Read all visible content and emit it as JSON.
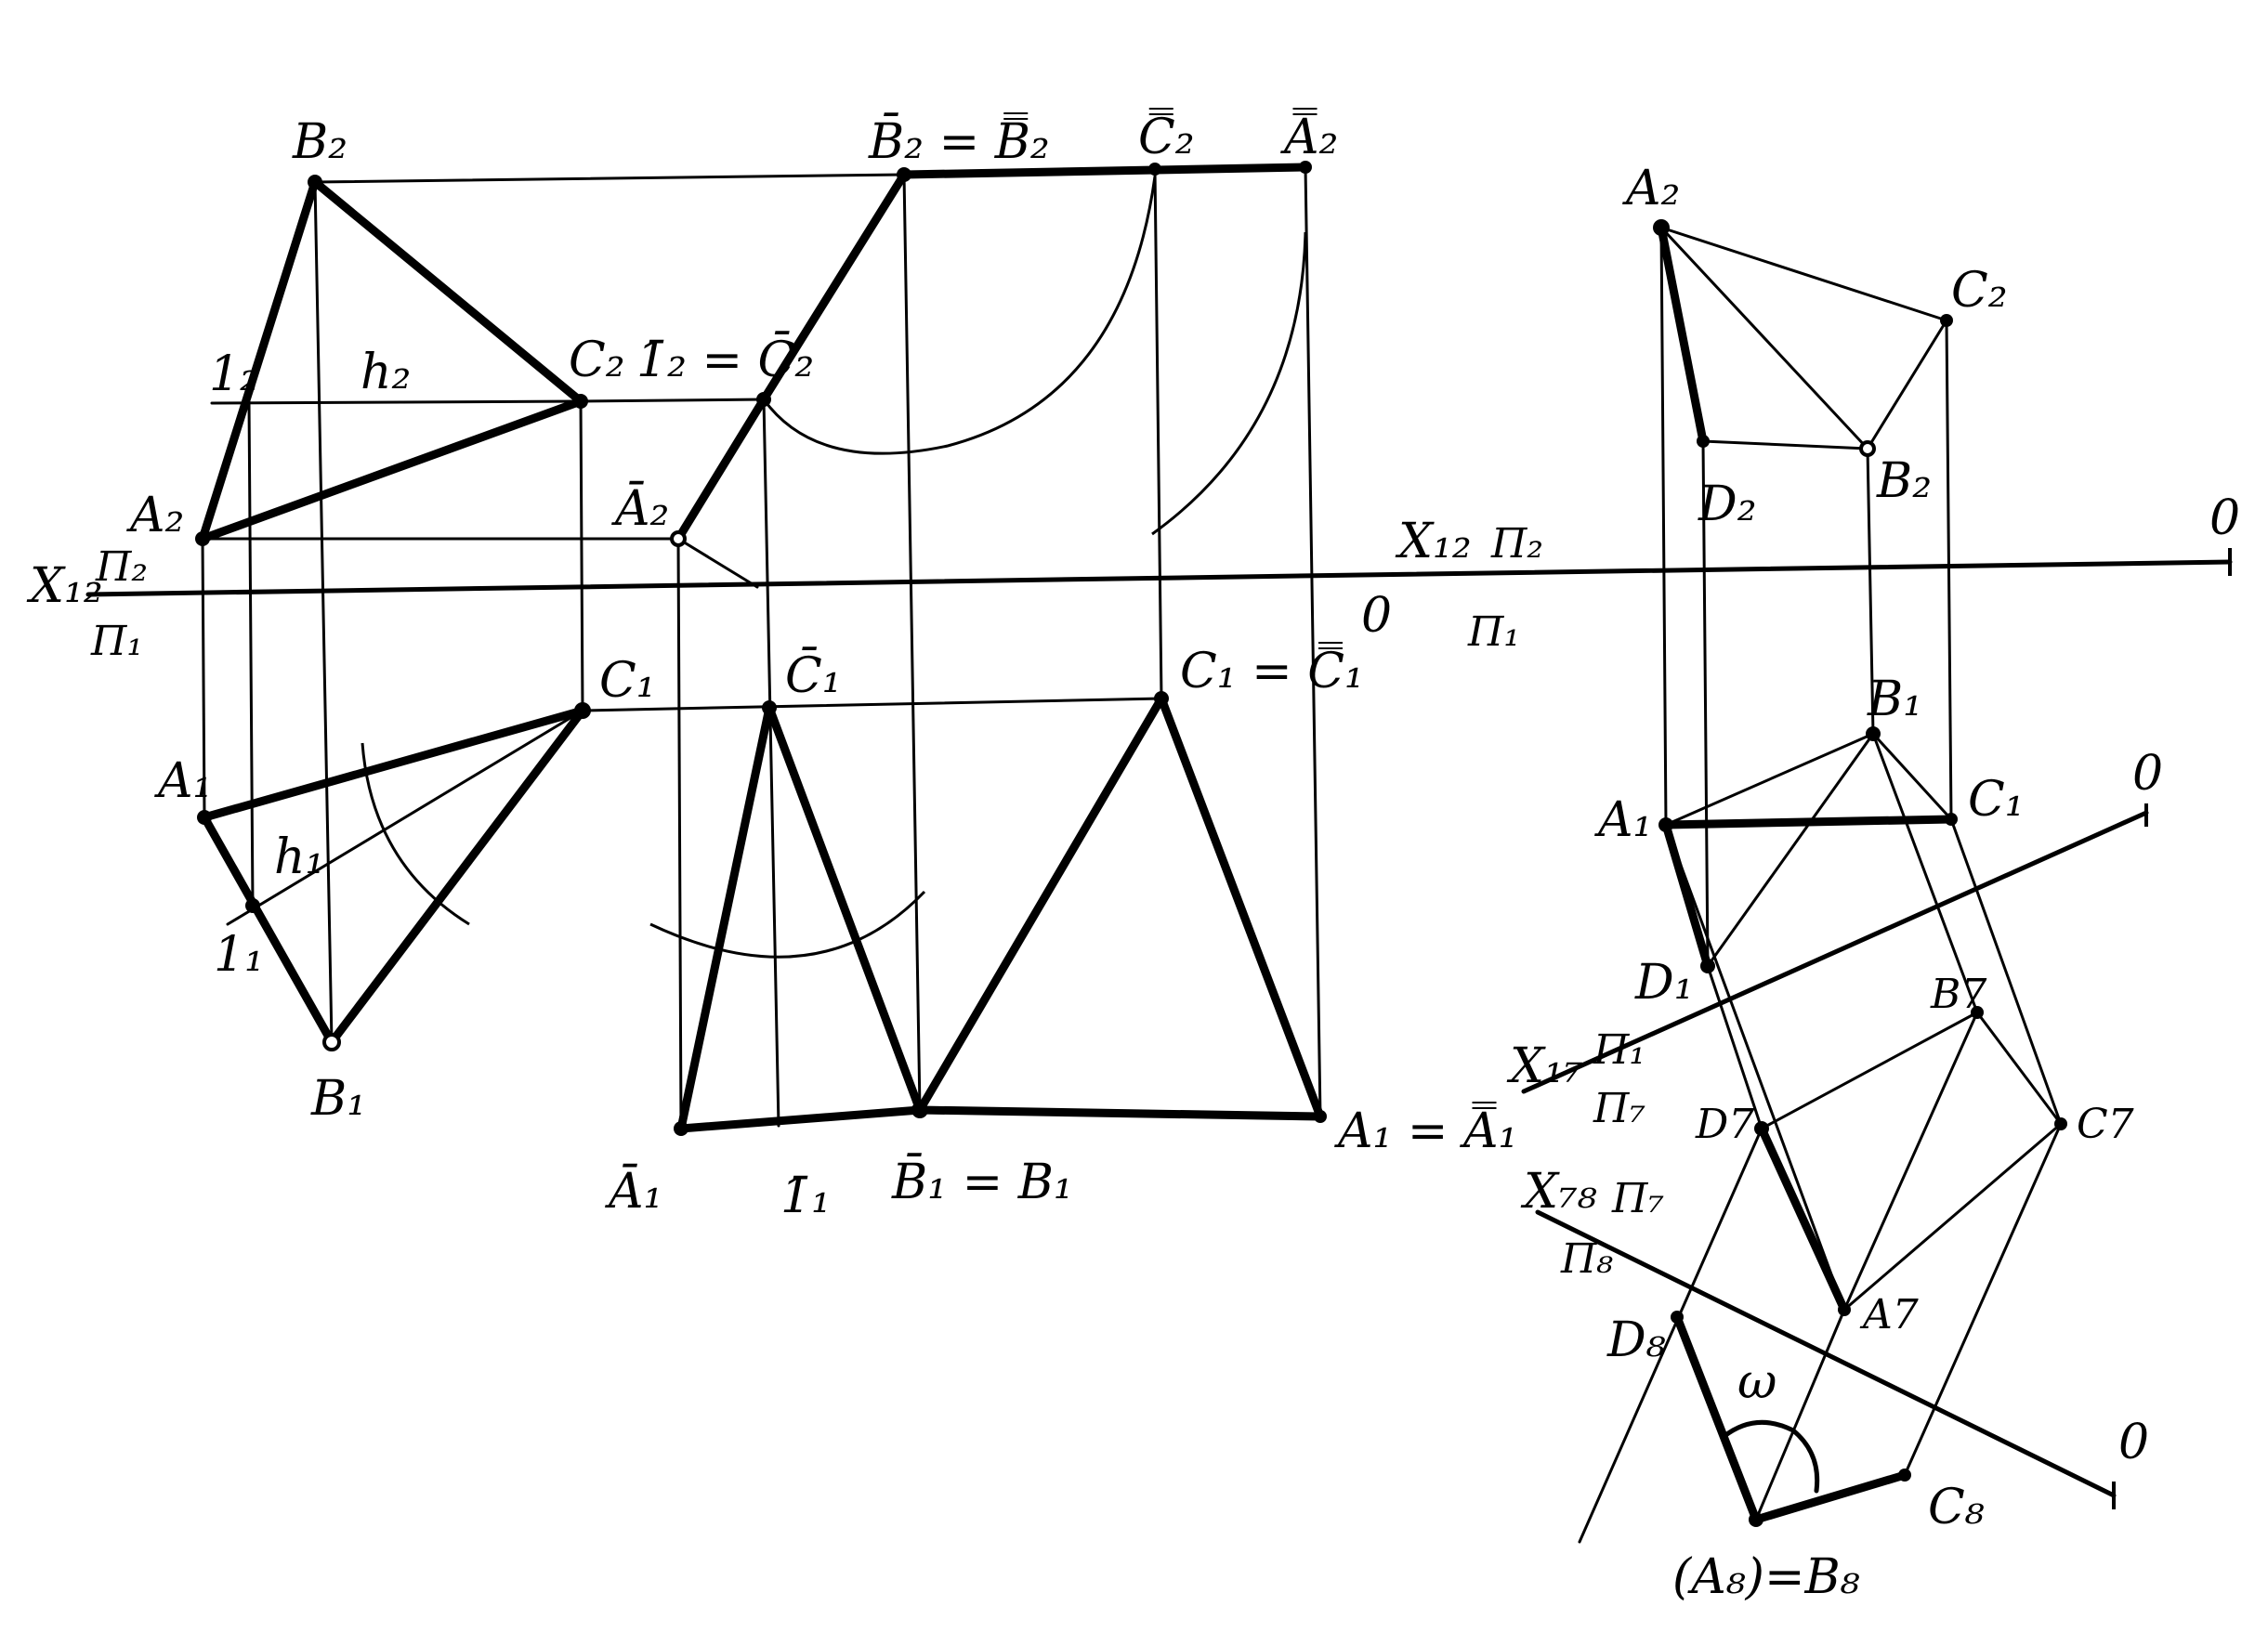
{
  "labels": {
    "B2": "B₂",
    "C2": "C₂",
    "A2": "A₂",
    "one2": "1₂",
    "h2": "h₂",
    "axis_left": "X₁₂",
    "pi2_left": "Π₂",
    "pi1_left": "Π₁",
    "C1": "C₁",
    "A1": "A₁",
    "h1": "h₁",
    "one1": "1₁",
    "B1": "B₁",
    "B2bar_eq": "B̄₂ = B̿₂",
    "C2dbar": "C̿₂",
    "A2dbar": "A̿₂",
    "one2_eq": "1̄₂ = C̄₂",
    "A2bar": "Ā₂",
    "C1bar": "C̄₁",
    "C1_eq": "C₁ = C̿₁",
    "A1bar": "Ā₁",
    "one1bar": "1̄₁",
    "B1bar_eq": "B̄₁ = B₁",
    "A1_eq": "A₁ = A̿₁",
    "zero_mid": "0",
    "axis_right": "X₁₂",
    "pi2_right": "Π₂",
    "pi1_right": "Π₁",
    "zero_right": "0",
    "rA2": "A₂",
    "rC2": "C₂",
    "rD2": "D₂",
    "rB2": "B₂",
    "rB1": "B₁",
    "rA1": "A₁",
    "rC1": "C₁",
    "zero_17": "0",
    "rD1": "D₁",
    "x17": "X₁₇",
    "x17_pi1": "Π₁",
    "x17_pi7": "Π₇",
    "B7": "B7",
    "D7": "D7",
    "C7": "C7",
    "A7": "A7",
    "x78": "X₇₈",
    "x78_pi7": "Π₇",
    "x78_pi8": "Π₈",
    "D8": "D₈",
    "omega": "ω",
    "zero_78": "0",
    "C8": "C₈",
    "A8B8": "(A₈)=B₈"
  }
}
